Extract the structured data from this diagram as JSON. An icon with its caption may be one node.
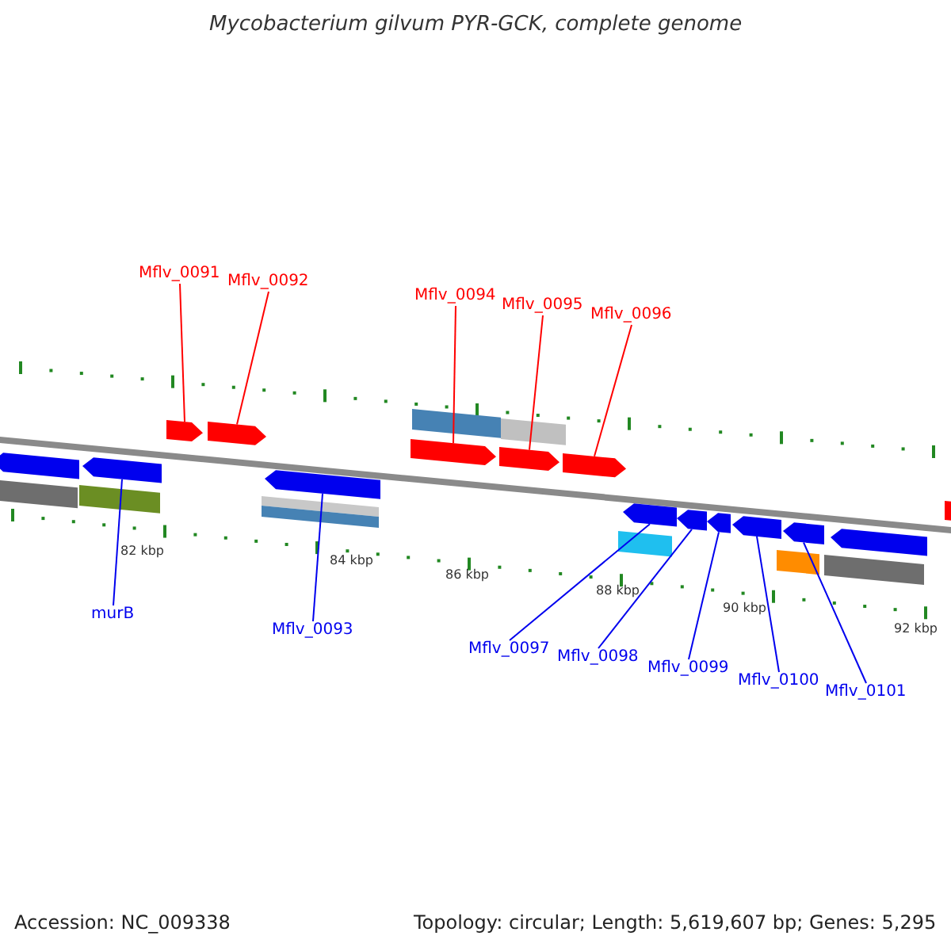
{
  "diagram": {
    "title": "Mycobacterium gilvum PYR-GCK, complete genome",
    "nodes": [
      {
        "text": [
          "Mflv_0091"
        ]
      },
      {
        "text": [
          "Mflv_0092"
        ]
      },
      {
        "text": [
          "Mflv_0094"
        ]
      },
      {
        "text": [
          "Mflv_0095"
        ]
      },
      {
        "text": [
          "Mflv_0096"
        ]
      },
      {
        "text": [
          "murB"
        ]
      },
      {
        "text": [
          "Mflv_0093"
        ]
      },
      {
        "text": [
          "Mflv_0097"
        ]
      },
      {
        "text": [
          "Mflv_0098"
        ]
      },
      {
        "text": [
          "Mflv_0099"
        ]
      },
      {
        "text": [
          "Mflv_0100"
        ]
      },
      {
        "text": [
          "Mflv_0101"
        ]
      },
      {
        "text": [],
        "shape": "pentagon"
      },
      {
        "text": [],
        "shape": "pentagon"
      },
      {
        "text": [],
        "shape": "pentagon"
      },
      {
        "text": [],
        "shape": "pentagon"
      },
      {
        "text": [],
        "shape": "pentagon"
      },
      {
        "text": [],
        "shape": "pentagon"
      },
      {
        "text": [],
        "shape": "pentagon"
      },
      {
        "text": [],
        "shape": "pentagon"
      },
      {
        "text": [],
        "shape": "pentagon"
      },
      {
        "text": [],
        "shape": "pentagon"
      },
      {
        "text": [],
        "shape": "pentagon"
      },
      {
        "text": [],
        "shape": "pentagon"
      },
      {
        "text": [],
        "shape": "pentagon"
      },
      {
        "text": [],
        "shape": "pentagon"
      },
      {
        "text": [],
        "shape": "pentagon"
      },
      {
        "text": [],
        "shape": "bar"
      },
      {
        "text": [],
        "shape": "bar"
      },
      {
        "text": [],
        "shape": "bar"
      },
      {
        "text": [],
        "shape": "bar"
      },
      {
        "text": [],
        "shape": "bar"
      },
      {
        "text": [],
        "shape": "bar"
      },
      {
        "text": [],
        "shape": "bar"
      },
      {
        "text": [],
        "shape": "bar"
      },
      {
        "text": [],
        "shape": "bar"
      }
    ],
    "edges": [
      {
        "from": 0,
        "to": 14,
        "arrow": "none",
        "color": "#ff0000"
      },
      {
        "from": 1,
        "to": 15,
        "arrow": "none",
        "color": "#ff0000"
      },
      {
        "from": 2,
        "to": 17,
        "arrow": "none",
        "color": "#ff0000"
      },
      {
        "from": 3,
        "to": 18,
        "arrow": "none",
        "color": "#ff0000"
      },
      {
        "from": 4,
        "to": 19,
        "arrow": "none",
        "color": "#ff0000"
      },
      {
        "from": 5,
        "to": 13,
        "arrow": "none"
      },
      {
        "from": 6,
        "to": 16,
        "arrow": "none"
      },
      {
        "from": 7,
        "to": 20,
        "arrow": "none"
      },
      {
        "from": 8,
        "to": 21,
        "arrow": "none"
      },
      {
        "from": 9,
        "to": 22,
        "arrow": "none"
      },
      {
        "from": 10,
        "to": 23,
        "arrow": "none"
      },
      {
        "from": 11,
        "to": 24,
        "arrow": "none"
      }
    ],
    "labels": [
      "82 kbp",
      "84 kbp",
      "86 kbp",
      "88 kbp",
      "90 kbp",
      "92 kbp",
      "Accession: NC_009338",
      "Topology: circular; Length: 5,619,607 bp; Genes: 5,295"
    ]
  }
}
